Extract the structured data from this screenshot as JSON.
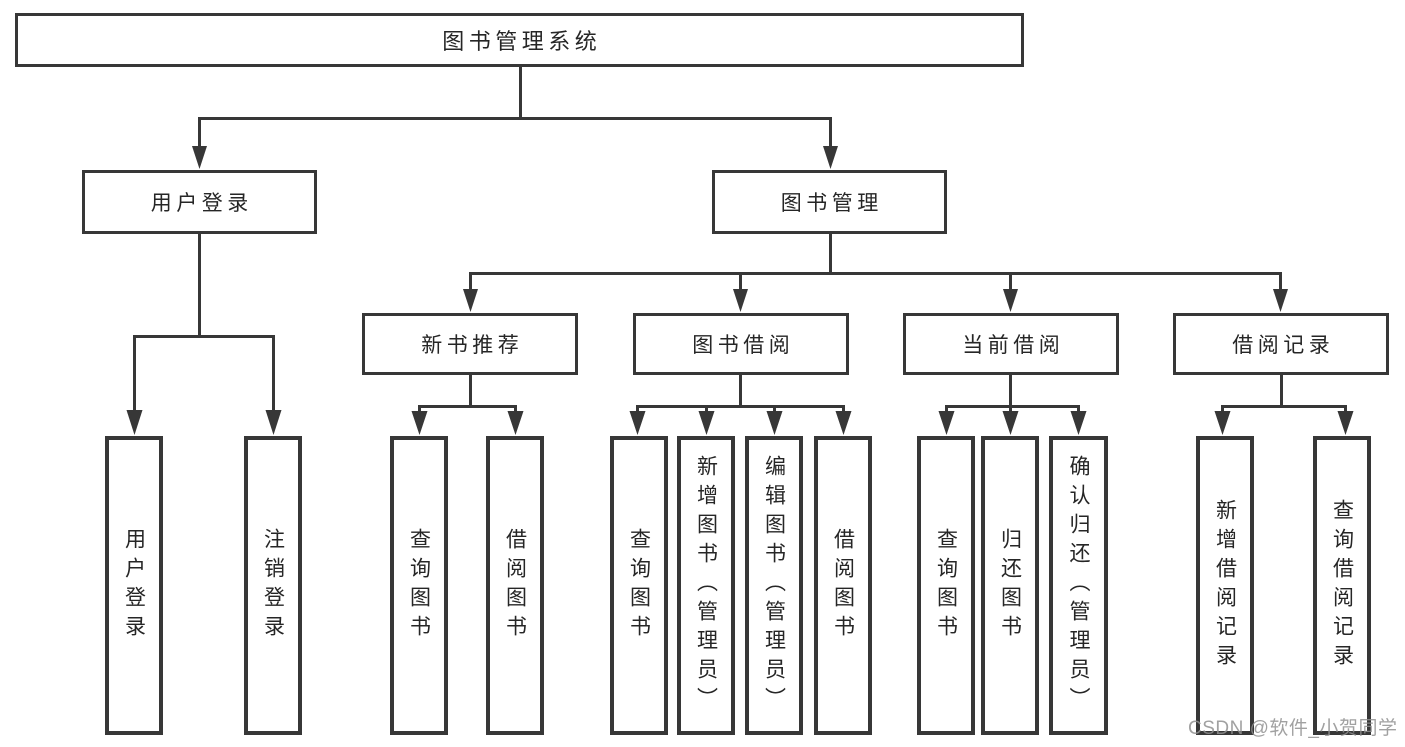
{
  "diagram": {
    "root": {
      "label": "图书管理系统"
    },
    "branches": [
      {
        "label": "用户登录",
        "children": [
          {
            "label": "用户登录"
          },
          {
            "label": "注销登录"
          }
        ]
      },
      {
        "label": "图书管理",
        "children": [
          {
            "label": "新书推荐",
            "children": [
              {
                "label": "查询图书"
              },
              {
                "label": "借阅图书"
              }
            ]
          },
          {
            "label": "图书借阅",
            "children": [
              {
                "label": "查询图书"
              },
              {
                "label": "新增图书（管理员）"
              },
              {
                "label": "编辑图书（管理员）"
              },
              {
                "label": "借阅图书"
              }
            ]
          },
          {
            "label": "当前借阅",
            "children": [
              {
                "label": "查询图书"
              },
              {
                "label": "归还图书"
              },
              {
                "label": "确认归还（管理员）"
              }
            ]
          },
          {
            "label": "借阅记录",
            "children": [
              {
                "label": "新增借阅记录"
              },
              {
                "label": "查询借阅记录"
              }
            ]
          }
        ]
      }
    ]
  },
  "watermark": {
    "text": "CSDN @软件_小贺同学"
  },
  "colors": {
    "line": "#373737",
    "text": "#262626",
    "watermark": "#919191",
    "background": "#ffffff"
  }
}
